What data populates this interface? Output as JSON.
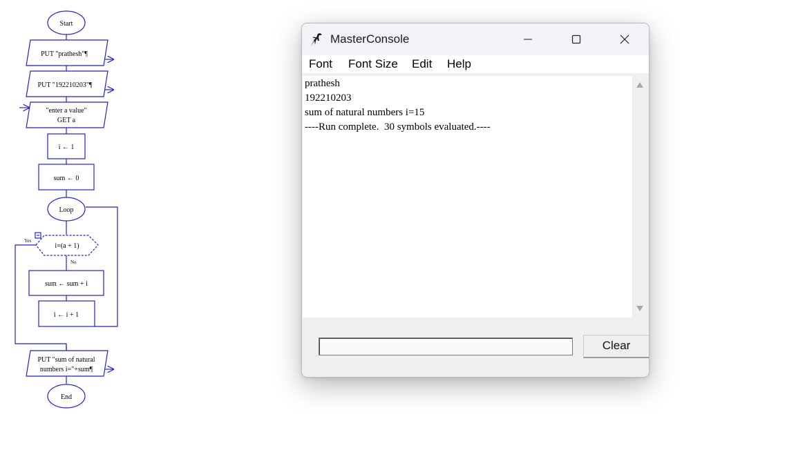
{
  "flowchart": {
    "start": "Start",
    "put_name": "PUT \"prathesh\"¶",
    "put_id": "PUT \"192210203\"¶",
    "get_prompt": "\"enter a value\"",
    "get_var": "GET a",
    "assign_i": "i ← 1",
    "assign_sum": "sum ← 0",
    "loop": "Loop",
    "condition": "i=(a + 1)",
    "yes_label": "Yes",
    "no_label": "No",
    "sum_update": "sum ← sum + i",
    "i_update": "i ← i + 1",
    "put_result_line1": "PUT \"sum of natural",
    "put_result_line2": "numbers i=\"+sum¶",
    "end": "End"
  },
  "console": {
    "title": "MasterConsole",
    "menu": [
      "Font",
      "Font Size",
      "Edit",
      "Help"
    ],
    "output_lines": [
      "prathesh",
      "192210203",
      "sum of natural numbers i=15",
      "----Run complete.  30 symbols evaluated.----"
    ],
    "input_value": "",
    "clear_label": "Clear"
  },
  "colors": {
    "flow_stroke": "#1f1fd8",
    "window_bg": "#f0f0f0",
    "titlebar_bg": "#f2f3f9"
  }
}
